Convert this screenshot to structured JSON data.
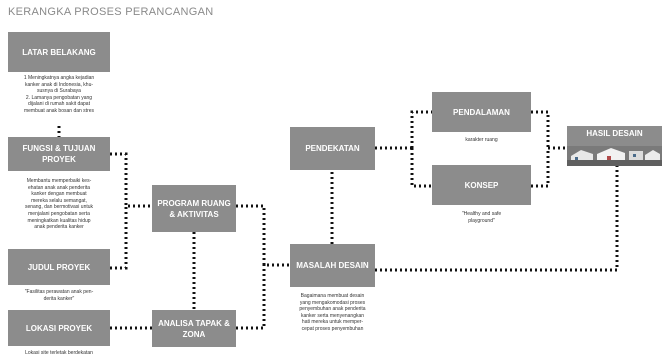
{
  "header": {
    "title": "KERANGKA PROSES PERANCANGAN"
  },
  "nodes": {
    "latar": "LATAR BELAKANG",
    "fungsi": "FUNGSI & TUJUAN PROYEK",
    "judul": "JUDUL PROYEK",
    "lokasi": "LOKASI PROYEK",
    "program": "PROGRAM RUANG & AKTIVITAS",
    "analisa": "ANALISA TAPAK & ZONA",
    "pendekatan": "PENDEKATAN",
    "masalah": "MASALAH DESAIN",
    "pendalaman": "PENDALAMAN",
    "konsep": "KONSEP",
    "hasil": "HASIL DESAIN"
  },
  "notes": {
    "latar": [
      "1 Meningkatnya angka kejadian",
      "kanker anak di Indonesia, khu-",
      "susnya di Surabaya",
      "2. Lamanya pengobatan yang",
      "dijalani di rumah sakit dapat",
      "membuat anak bosan dan stres"
    ],
    "fungsi": [
      "Membantu memperbaiki kes-",
      "ehatan anak anak penderita",
      "kanker dengan membuat",
      "mereka selalu semangat,",
      "senang, dan bermotivasi untuk",
      "menjalani pengobatan serta",
      "meningkatkan kualitas hidup",
      "anak penderita kanker"
    ],
    "judul": [
      "\"Fasilitas perawatan anak pen-",
      "derita kanker\""
    ],
    "lokasi": [
      "Lokasi site terletak berdekatan"
    ],
    "masalah": [
      "Bagaimana membuat desain",
      "yang mengakomodasi proses",
      "penyembuhan anak penderita",
      "kanker serta menyenangkan",
      "hati mereka untuk memper-",
      "cepat proses penyembuhan"
    ],
    "pendalaman": [
      "karakter ruang"
    ],
    "konsep": [
      "\"Healthy and safe",
      "playground\""
    ]
  },
  "colors": {
    "box": "#8c8c8c",
    "line": "#111111",
    "title": "#8a8a8a"
  }
}
